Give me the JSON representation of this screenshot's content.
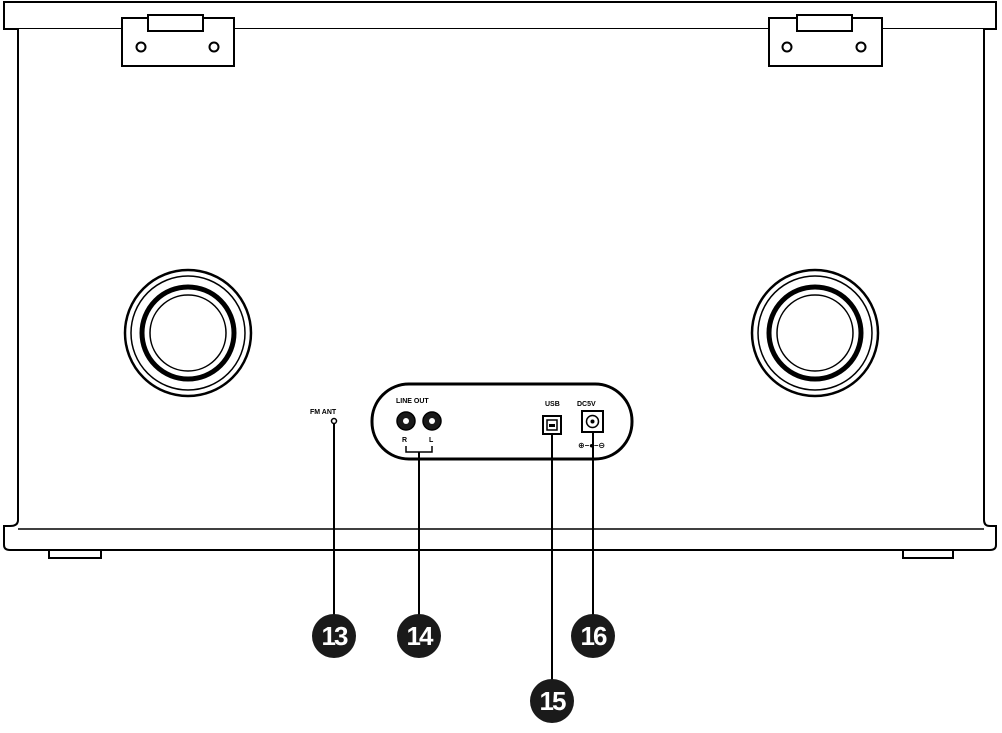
{
  "labels": {
    "fm_ant": "FM ANT",
    "line_out": "LINE OUT",
    "line_r": "R",
    "line_l": "L",
    "usb": "USB",
    "dc": "DC5V",
    "polarity": "⊕–●–⊖"
  },
  "callouts": [
    {
      "id": "fm-antenna",
      "number": "13"
    },
    {
      "id": "line-out",
      "number": "14"
    },
    {
      "id": "usb-port",
      "number": "15"
    },
    {
      "id": "dc-input",
      "number": "16"
    }
  ],
  "colors": {
    "stroke": "#000000",
    "panel": "#ffffff",
    "callout_fill": "#1a1a1a"
  }
}
